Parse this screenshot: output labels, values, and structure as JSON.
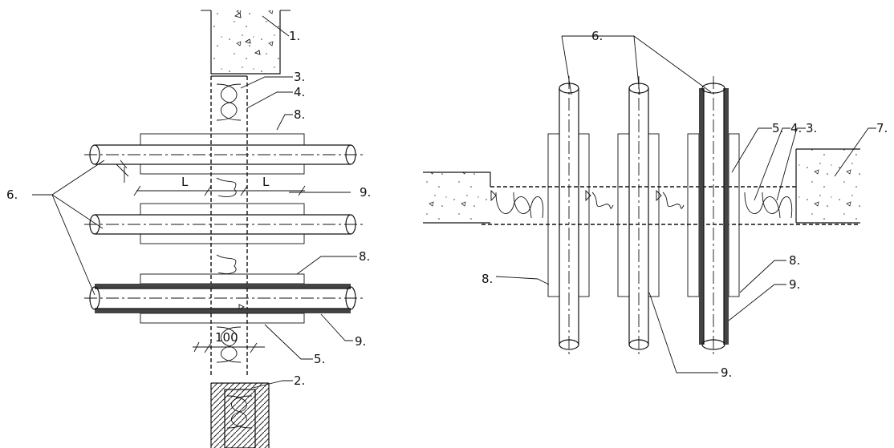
{
  "labels": {
    "left_1": "1.",
    "left_2": "2.",
    "left_3": "3.",
    "left_4": "4.",
    "left_5": "5.",
    "left_6": "6.",
    "left_8a": "8.",
    "left_8b": "8.",
    "left_9a": "9.",
    "left_9b": "9.",
    "left_L1": "L",
    "left_L2": "L",
    "left_100": "100",
    "right_6": "6.",
    "right_5": "5.",
    "right_4": "4.",
    "right_3": "3.",
    "right_7": "7.",
    "right_8a": "8.",
    "right_8b": "8.",
    "right_9a": "9.",
    "right_9b": "9."
  },
  "colors": {
    "ink": "#111111",
    "background": "#ffffff",
    "insulation_fill": "#444444"
  }
}
